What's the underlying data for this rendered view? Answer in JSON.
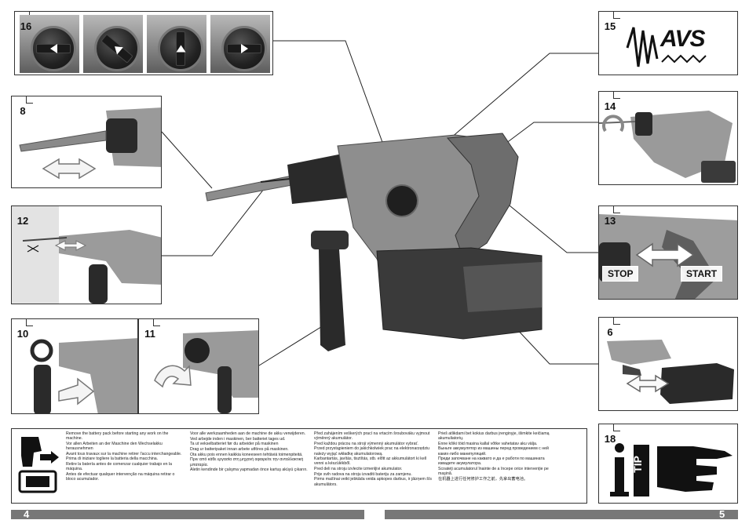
{
  "figures": {
    "f16": "16",
    "f8": "8",
    "f12": "12",
    "f10": "10",
    "f11": "11",
    "f15": "15",
    "f14": "14",
    "f13": "13",
    "f6": "6",
    "f18": "18"
  },
  "avs_logo": "AVS",
  "switch_labels": {
    "stop": "STOP",
    "start": "START"
  },
  "tip_logo": "TIP",
  "warning_text": {
    "col1": [
      "Remove the battery pack before starting any work on the machine.",
      "Vor allen Arbeiten an der Maschine den Wechselakku herausnehmen",
      "Avant tous travaux sur la machine retirer l'accu interchangeable.",
      "Prima di iniziare togliere la batteria della macchina.",
      "Retire la batería antes de comenzar cualquier trabajo en la máquina.",
      "Antes de efectuar qualquer intervenção na máquina retirar o bloco acumulador."
    ],
    "col2": [
      "Voor alle werkzaamheden aan de machine de akku verwijderen.",
      "Ved arbejde inden i maskinen, ber batteriet tages ud.",
      "Ta ut vekselbatteriet før du arbeider på maskinen",
      "Drag ur batteripaket innan arbete utföres på maskinen.",
      "Ota akku pois ennen kaikkia koneeseen tehtäviä toimenpiteitä.",
      "Πριν από κάθε εργασία στη μηχανή αφαιρείτε την ανταλλακτική μπαταρία.",
      "Aletin kendinde bir çalışma yapmadan önce kartuş aküyü çıkarın."
    ],
    "col3": [
      "Před zahájením veškerých prací na vrtacím šroubováku vyjmout výměnný akumulátor.",
      "Pred každou prácou na stroji výmenný akumulátor vybrať.",
      "Przed przystąpieniem do jakichkolwiek prac na elektronarzędziu należy wyjąć wkładkę akumulatorową.",
      "Karbantartás, javítás, tisztítás, stb. előtt az akkumulátort ki kell venni a készülékből.",
      "Pred deli na stroju izvlecite izmenljivi akumulator.",
      "Prije svih radova na stroju izvaditi bateriju za zamjenu.",
      "Pirms mašīnai veikt jebkāda veida apkopes darbus, ir jāizņem šīs akumulātors."
    ],
    "col4": [
      "Prieš atlikdami bet kokius darbus įrenginyje, išimkite keičiamą akumuliatorių.",
      "Enne kõiki töid masina kallal võtke vahetatav aku välja.",
      "Выньте аккумулятор из машины перед проведением с ней каких-либо манипуляций.",
      "Преди започване на каквато и да е работи по машината извадете акумулатора.",
      "Scoateţi acumulatorul înainte de a începe orice intervenţie pe maşină.",
      "在机器上进行任何修护工作之前，先拿出蓄电池。"
    ]
  },
  "pages": {
    "left": "4",
    "right": "5"
  },
  "colors": {
    "footer_bar": "#777777",
    "panel_border": "#333333",
    "tool_grey": "#8c8c8c"
  }
}
